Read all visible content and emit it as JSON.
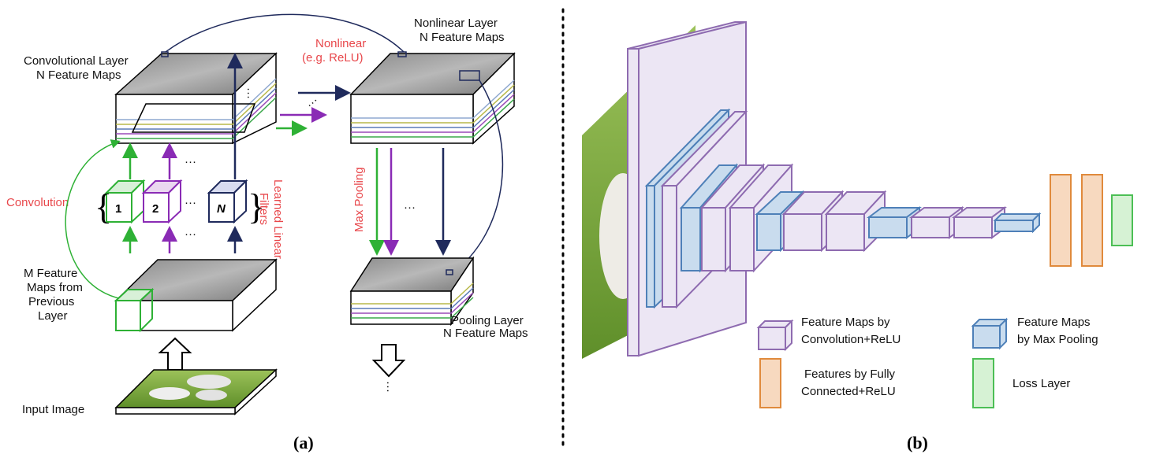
{
  "panel_a": {
    "caption": "(a)",
    "conv_layer": {
      "line1": "Convolutional Layer",
      "line2": "N Feature Maps"
    },
    "nonlinear_layer": {
      "line1": "Nonlinear Layer",
      "line2": "N Feature Maps"
    },
    "nonlinear_op": {
      "line1": "Nonlinear",
      "line2": "(e.g. ReLU)"
    },
    "convolution_op": "Convolution",
    "learned_filters": {
      "line1": "Learned Linear",
      "line2": "Filters"
    },
    "max_pooling_op": "Max Pooling",
    "prev_layer": {
      "line1": "M Feature",
      "line2": "Maps from",
      "line3": "Previous",
      "line4": "Layer"
    },
    "pooling_layer": {
      "line1": "Pooling Layer",
      "line2": "N Feature Maps"
    },
    "input_image": "Input Image",
    "filters": [
      "1",
      "2",
      "N"
    ],
    "ellipsis": "···"
  },
  "panel_b": {
    "caption": "(b)",
    "legend": {
      "conv": {
        "line1": "Feature Maps by",
        "line2": "Convolution+ReLU"
      },
      "pool": {
        "line1": "Feature Maps",
        "line2": "by Max Pooling"
      },
      "fc": {
        "line1": "Features by Fully",
        "line2": "Connected+ReLU"
      },
      "loss": "Loss Layer"
    }
  },
  "colors": {
    "conv": "#8e6bb0",
    "pool": "#4e80b8",
    "fc": "#e08a3c",
    "loss": "#4cbf55",
    "green_arrow": "#2eb135",
    "purple_arrow": "#8a2bb5",
    "navy_arrow": "#1f2a5c",
    "label_red": "#e8474b"
  }
}
